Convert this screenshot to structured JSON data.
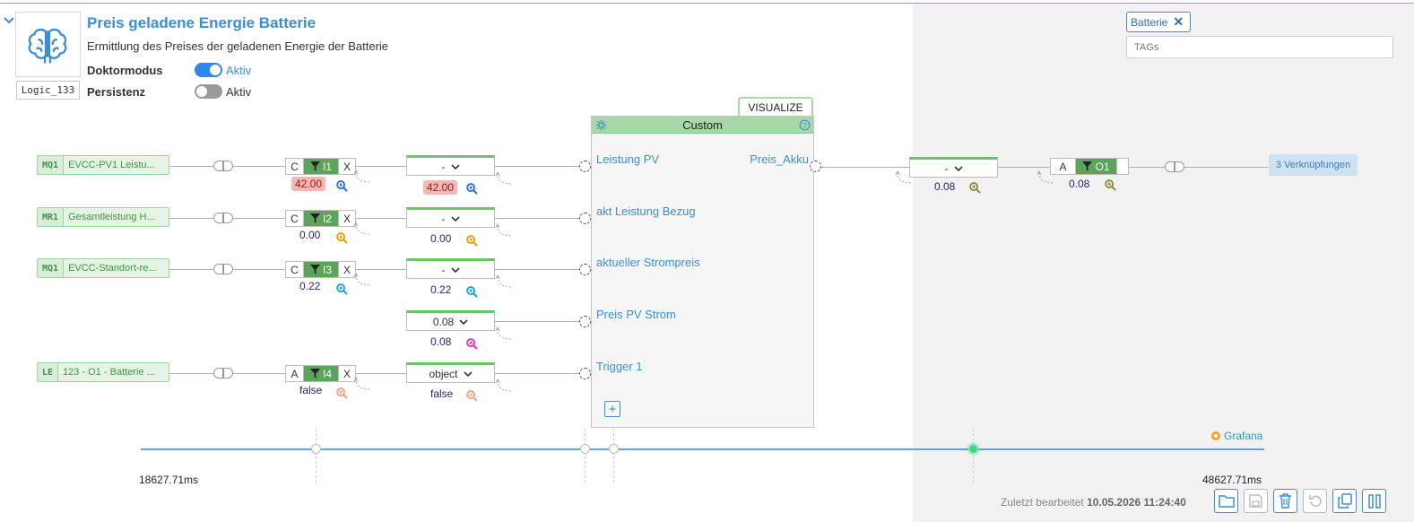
{
  "header": {
    "title": "Preis geladene Energie Batterie",
    "subtitle": "Ermittlung des Preises der geladenen Energie der Batterie",
    "logic_id": "Logic_133",
    "brain_icon": "brain-icon",
    "collapse_icon": "chevron-down-icon"
  },
  "settings": {
    "doktor_label": "Doktormodus",
    "doktor_value": "Aktiv",
    "doktor_on": true,
    "persistenz_label": "Persistenz",
    "persistenz_value": "Aktiv",
    "persistenz_on": false
  },
  "tags": {
    "chip_label": "Batterie",
    "close_glyph": "✕",
    "placeholder": "TAGs"
  },
  "inputs": [
    {
      "src_code": "MQ1",
      "src_name": "EVCC-PV1 Leistu...",
      "mode": "C",
      "port": "I1",
      "clear": "X",
      "value": "42.00",
      "value_highlight": true,
      "mag_color": "#2f6fd0",
      "sel_label": "-",
      "sel_value": "42.00",
      "sel_highlight": true,
      "sel_mag_color": "#2f6fd0"
    },
    {
      "src_code": "MR1",
      "src_name": "Gesamtleistung H...",
      "mode": "C",
      "port": "I2",
      "clear": "X",
      "value": "0.00",
      "value_highlight": false,
      "mag_color": "#e0a000",
      "sel_label": "-",
      "sel_value": "0.00",
      "sel_highlight": false,
      "sel_mag_color": "#e0a000"
    },
    {
      "src_code": "MQ1",
      "src_name": "EVCC-Standort-re...",
      "mode": "C",
      "port": "I3",
      "clear": "X",
      "value": "0.22",
      "value_highlight": false,
      "mag_color": "#1aa0d8",
      "sel_label": "-",
      "sel_value": "0.22",
      "sel_highlight": false,
      "sel_mag_color": "#1aa0d8"
    },
    {
      "src_code": "",
      "src_name": "",
      "mode": "",
      "port": "",
      "clear": "",
      "value": "",
      "value_highlight": false,
      "mag_color": "",
      "sel_label": "0.08",
      "sel_value": "0.08",
      "sel_highlight": false,
      "sel_mag_color": "#e030c0"
    },
    {
      "src_code": "LE",
      "src_name": "123 - O1 - Batterie ...",
      "mode": "A",
      "port": "I4",
      "clear": "X",
      "value": "false",
      "value_highlight": false,
      "mag_color": "#f0a080",
      "sel_label": "object",
      "sel_value": "false",
      "sel_highlight": false,
      "sel_mag_color": "#f0a080"
    }
  ],
  "custom_block": {
    "title": "Custom",
    "visualize_label": "VISUALIZE",
    "ports_in": [
      "Leistung PV",
      "akt Leistung Bezug",
      "aktueller Strompreis",
      "Preis PV Strom",
      "Trigger 1"
    ],
    "port_out": "Preis_Akku",
    "add_glyph": "+",
    "gear_icon": "gear-icon",
    "help_icon": "help-icon"
  },
  "output": {
    "sel_label": "-",
    "sel_value": "0.08",
    "sel_mag_color": "#8a8a40",
    "mode": "A",
    "port": "O1",
    "value": "0.08",
    "mag_color": "#8a8a40",
    "links_label": "3 Verknüpfungen"
  },
  "timeline": {
    "start": "18627.71ms",
    "end": "48627.71ms",
    "grafana_label": "Grafana"
  },
  "footer": {
    "last_edit_prefix": "Zuletzt bearbeitet",
    "last_edit_value": "10.05.2026 11:24:40"
  },
  "colors": {
    "accent": "#3b8ed4",
    "green": "#5aa55a",
    "highlight": "#f5b7b1"
  }
}
